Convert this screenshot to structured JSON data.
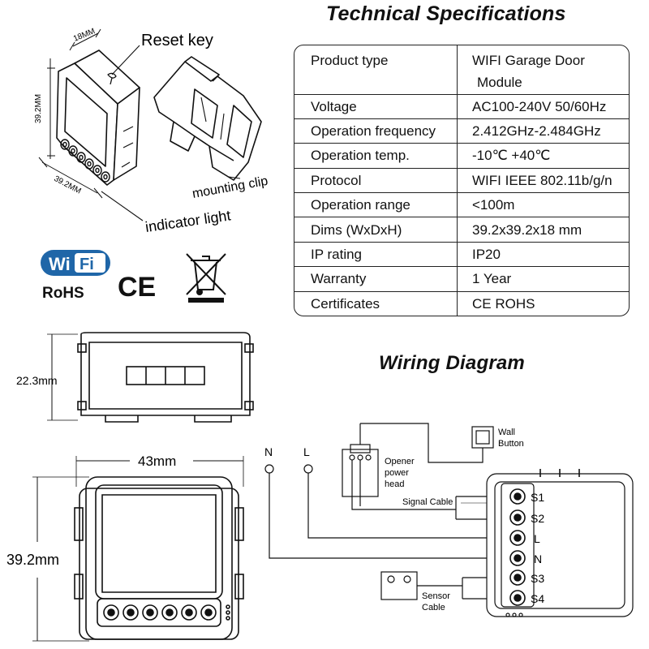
{
  "titles": {
    "specs": "Technical Specifications",
    "wiring": "Wiring Diagram"
  },
  "specs": [
    {
      "key": "Product type",
      "value": "WIFI Garage Door",
      "value2": "Module"
    },
    {
      "key": "Voltage",
      "value": "AC100-240V 50/60Hz"
    },
    {
      "key": "Operation frequency",
      "value": "2.412GHz-2.484GHz"
    },
    {
      "key": "Operation temp.",
      "value": "-10℃ +40℃"
    },
    {
      "key": "Protocol",
      "value": "WIFI IEEE 802.11b/g/n"
    },
    {
      "key": "Operation range",
      "value": "<100m"
    },
    {
      "key": "Dims (WxDxH)",
      "value": "39.2x39.2x18 mm"
    },
    {
      "key": "IP rating",
      "value": "IP20"
    },
    {
      "key": "Warranty",
      "value": "1 Year"
    },
    {
      "key": "Certificates",
      "value": "CE ROHS"
    }
  ],
  "module_view": {
    "dim_depth": "18MM",
    "dim_height": "39.2MM",
    "dim_width": "39.2MM",
    "reset_key": "Reset key",
    "mounting_clip": "mounting clip",
    "indicator_light": "indicator light"
  },
  "badges": {
    "wifi": "Wi",
    "wifi_box": "Fi",
    "rohs": "RoHS",
    "ce": "CE"
  },
  "side_view": {
    "dim_height": "22.3mm"
  },
  "front_view": {
    "dim_width": "43mm",
    "dim_height": "39.2mm"
  },
  "wiring": {
    "n_label": "N",
    "l_label": "L",
    "opener_line1": "Opener",
    "opener_line2": "power",
    "opener_line3": "head",
    "wall_line1": "Wall",
    "wall_line2": "Button",
    "signal_cable": "Signal Cable",
    "sensor_line1": "Sensor",
    "sensor_line2": "Cable",
    "terminals": [
      "S1",
      "S2",
      "L",
      "N",
      "S3",
      "S4"
    ]
  }
}
